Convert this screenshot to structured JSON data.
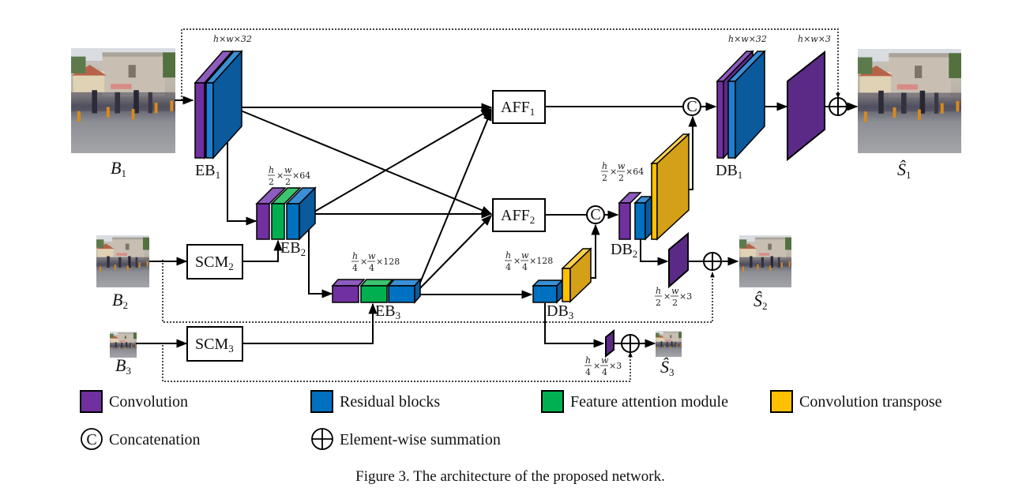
{
  "figure": {
    "caption": "Figure 3. The architecture of the proposed network.",
    "colors": {
      "convolution": "#7030a0",
      "residual": "#0070c0",
      "feature_attention": "#00b050",
      "conv_transpose": "#ffc000",
      "line": "#000000"
    },
    "inputs": [
      {
        "id": "B1",
        "base": "B",
        "sub": "1"
      },
      {
        "id": "B2",
        "base": "B",
        "sub": "2"
      },
      {
        "id": "B3",
        "base": "B",
        "sub": "3"
      }
    ],
    "outputs": [
      {
        "id": "S1",
        "base": "Ŝ",
        "sub": "1"
      },
      {
        "id": "S2",
        "base": "Ŝ",
        "sub": "2"
      },
      {
        "id": "S3",
        "base": "Ŝ",
        "sub": "3"
      }
    ],
    "encoders": [
      {
        "id": "EB1",
        "base": "EB",
        "sub": "1",
        "dims": "h×w×32"
      },
      {
        "id": "EB2",
        "base": "EB",
        "sub": "2",
        "dims": "h/2×w/2×64"
      },
      {
        "id": "EB3",
        "base": "EB",
        "sub": "3",
        "dims": "h/4×w/4×128"
      }
    ],
    "decoders": [
      {
        "id": "DB1",
        "base": "DB",
        "sub": "1",
        "dims": "h×w×32"
      },
      {
        "id": "DB2",
        "base": "DB",
        "sub": "2",
        "dims": "h/2×w/2×64"
      },
      {
        "id": "DB3",
        "base": "DB",
        "sub": "3",
        "dims": "h/4×w/4×128"
      }
    ],
    "modules": [
      {
        "id": "AFF1",
        "base": "AFF",
        "sub": "1"
      },
      {
        "id": "AFF2",
        "base": "AFF",
        "sub": "2"
      },
      {
        "id": "SCM2",
        "base": "SCM",
        "sub": "2"
      },
      {
        "id": "SCM3",
        "base": "SCM",
        "sub": "3"
      }
    ],
    "output_convs": [
      {
        "id": "out1",
        "dims": "h×w×3"
      },
      {
        "id": "out2",
        "dims": "h/2×w/2×3"
      },
      {
        "id": "out3",
        "dims": "h/4×w/4×3"
      }
    ],
    "concat_symbol": "C",
    "legend": [
      {
        "kind": "box",
        "key": "convolution",
        "label": "Convolution"
      },
      {
        "kind": "box",
        "key": "residual",
        "label": "Residual blocks"
      },
      {
        "kind": "box",
        "key": "feature_attention",
        "label": "Feature attention module"
      },
      {
        "kind": "box",
        "key": "conv_transpose",
        "label": "Convolution transpose"
      },
      {
        "kind": "concat",
        "label": "Concatenation"
      },
      {
        "kind": "sum",
        "label": "Element-wise summation"
      }
    ],
    "edges": [
      [
        "B1",
        "EB1"
      ],
      [
        "EB1",
        "AFF1"
      ],
      [
        "EB1",
        "AFF2"
      ],
      [
        "EB1",
        "EB2"
      ],
      [
        "B2",
        "SCM2"
      ],
      [
        "SCM2",
        "EB2"
      ],
      [
        "EB2",
        "AFF1"
      ],
      [
        "EB2",
        "AFF2"
      ],
      [
        "EB2",
        "EB3"
      ],
      [
        "B3",
        "SCM3"
      ],
      [
        "SCM3",
        "EB3"
      ],
      [
        "EB3",
        "AFF1"
      ],
      [
        "EB3",
        "AFF2"
      ],
      [
        "EB3",
        "DB3"
      ],
      [
        "DB3",
        "concat2"
      ],
      [
        "AFF2",
        "concat2"
      ],
      [
        "concat2",
        "DB2"
      ],
      [
        "DB2",
        "concat1"
      ],
      [
        "AFF1",
        "concat1"
      ],
      [
        "concat1",
        "DB1"
      ],
      [
        "DB1",
        "out1"
      ],
      [
        "out1",
        "sum1"
      ],
      [
        "B1",
        "sum1"
      ],
      [
        "sum1",
        "S1"
      ],
      [
        "DB2",
        "out2"
      ],
      [
        "out2",
        "sum2"
      ],
      [
        "B2",
        "sum2"
      ],
      [
        "sum2",
        "S2"
      ],
      [
        "DB3",
        "out3"
      ],
      [
        "out3",
        "sum3"
      ],
      [
        "B3",
        "sum3"
      ],
      [
        "sum3",
        "S3"
      ]
    ]
  }
}
